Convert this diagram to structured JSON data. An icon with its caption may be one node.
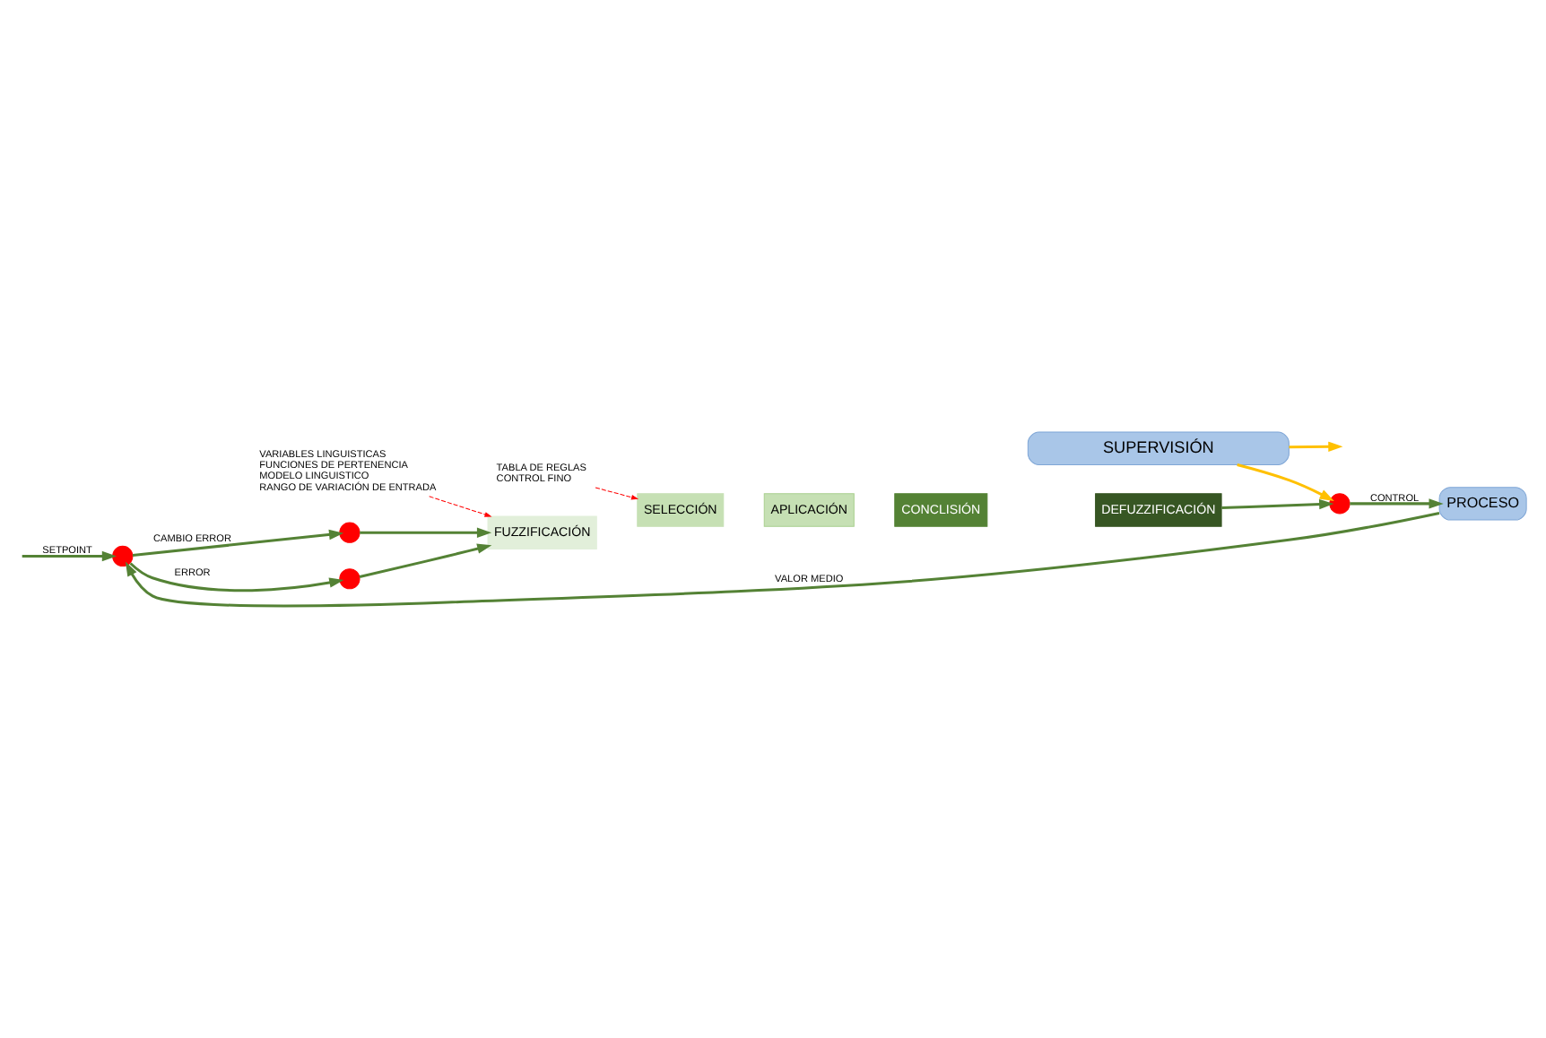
{
  "diagram": {
    "nodes": [
      {
        "text": [
          "SUPERVISIÓN"
        ]
      },
      {
        "text": [],
        "shape": "circle"
      },
      {
        "text": [],
        "shape": "circle"
      },
      {
        "text": [],
        "shape": "circle"
      },
      {
        "text": [
          "FUZZIFICACIÓN"
        ]
      },
      {
        "text": [
          "SELECCIÓN"
        ]
      },
      {
        "text": [
          "APLICACIÓN"
        ]
      },
      {
        "text": [
          "CONCLISIÓN"
        ]
      },
      {
        "text": [
          "DEFUZZIFICACIÓN"
        ]
      },
      {
        "text": [],
        "shape": "circle"
      },
      {
        "text": [
          "PROCESO"
        ]
      },
      {
        "text": [
          "TABLA DE REGLAS",
          "CONTROL FINO"
        ]
      },
      {
        "text": [
          "VARIABLES LINGUISTICAS",
          "FUNCIONES DE PERTENENCIA",
          "MODELO LINGUISTICO",
          "RANGO DE VARIACIÓN DE ENTRADA"
        ]
      }
    ],
    "edges": [
      {
        "from": null,
        "to": 1,
        "arrow": "to",
        "label": "SETPOINT"
      },
      {
        "from": 1,
        "to": 2,
        "arrow": "to",
        "label": "ERROR"
      },
      {
        "from": 1,
        "to": 3,
        "arrow": "to",
        "label": "CAMBIO ERROR"
      },
      {
        "from": 2,
        "to": 4,
        "arrow": "to"
      },
      {
        "from": 3,
        "to": 4,
        "arrow": "to"
      },
      {
        "from": 0,
        "to": null,
        "arrow": "to",
        "color": "#ffc000"
      },
      {
        "from": 0,
        "to": 9,
        "arrow": "to",
        "color": "#ffc000"
      },
      {
        "from": 8,
        "to": 9,
        "arrow": "to"
      },
      {
        "from": 9,
        "to": 10,
        "arrow": "to",
        "label": "CONTROL"
      },
      {
        "from": 10,
        "to": 1,
        "arrow": "to",
        "label": "VALOR MEDIO"
      },
      {
        "from": 11,
        "to": 5,
        "arrow": "to",
        "style": "dashed",
        "color": "#ff0000"
      },
      {
        "from": 12,
        "to": 4,
        "arrow": "to",
        "style": "dashed",
        "color": "#ff0000"
      }
    ]
  }
}
